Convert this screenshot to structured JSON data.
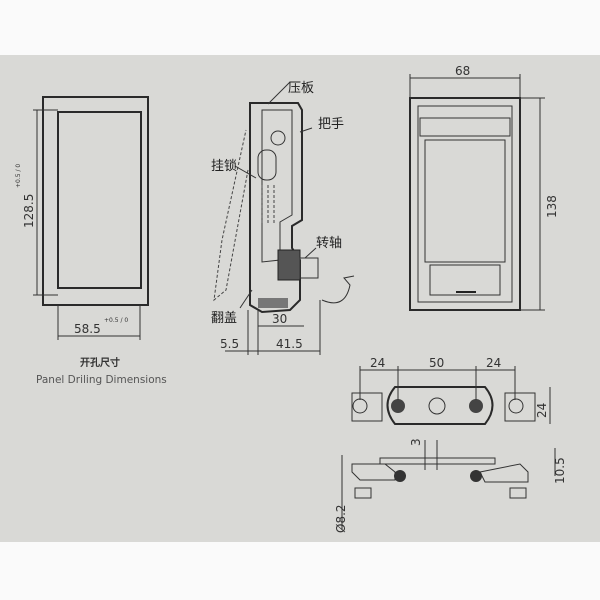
{
  "panel_drilling": {
    "height_dim": "128.5",
    "height_tol": "+0.5 / 0",
    "width_dim": "58.5",
    "width_tol": "+0.5 / 0",
    "caption_cn": "开孔尺寸",
    "caption_en": "Panel Driling Dimensions"
  },
  "side_view": {
    "labels": {
      "pressure_plate": "压板",
      "handle": "把手",
      "padlock": "挂锁",
      "pivot": "转轴",
      "flip_cover": "翻盖"
    },
    "dims": {
      "depth_inner": "30",
      "flange": "5.5",
      "depth_total": "41.5"
    }
  },
  "front_view": {
    "width": "68",
    "height": "138"
  },
  "cam_top_view": {
    "left": "24",
    "center": "50",
    "right": "24",
    "height": "24"
  },
  "cam_side_view": {
    "gap": "3",
    "offset": "10.5",
    "diameter": "Ø8.2"
  },
  "colors": {
    "paper": "#d9d9d6",
    "line": "#333333",
    "frame_fill": "#c9c9c6"
  }
}
